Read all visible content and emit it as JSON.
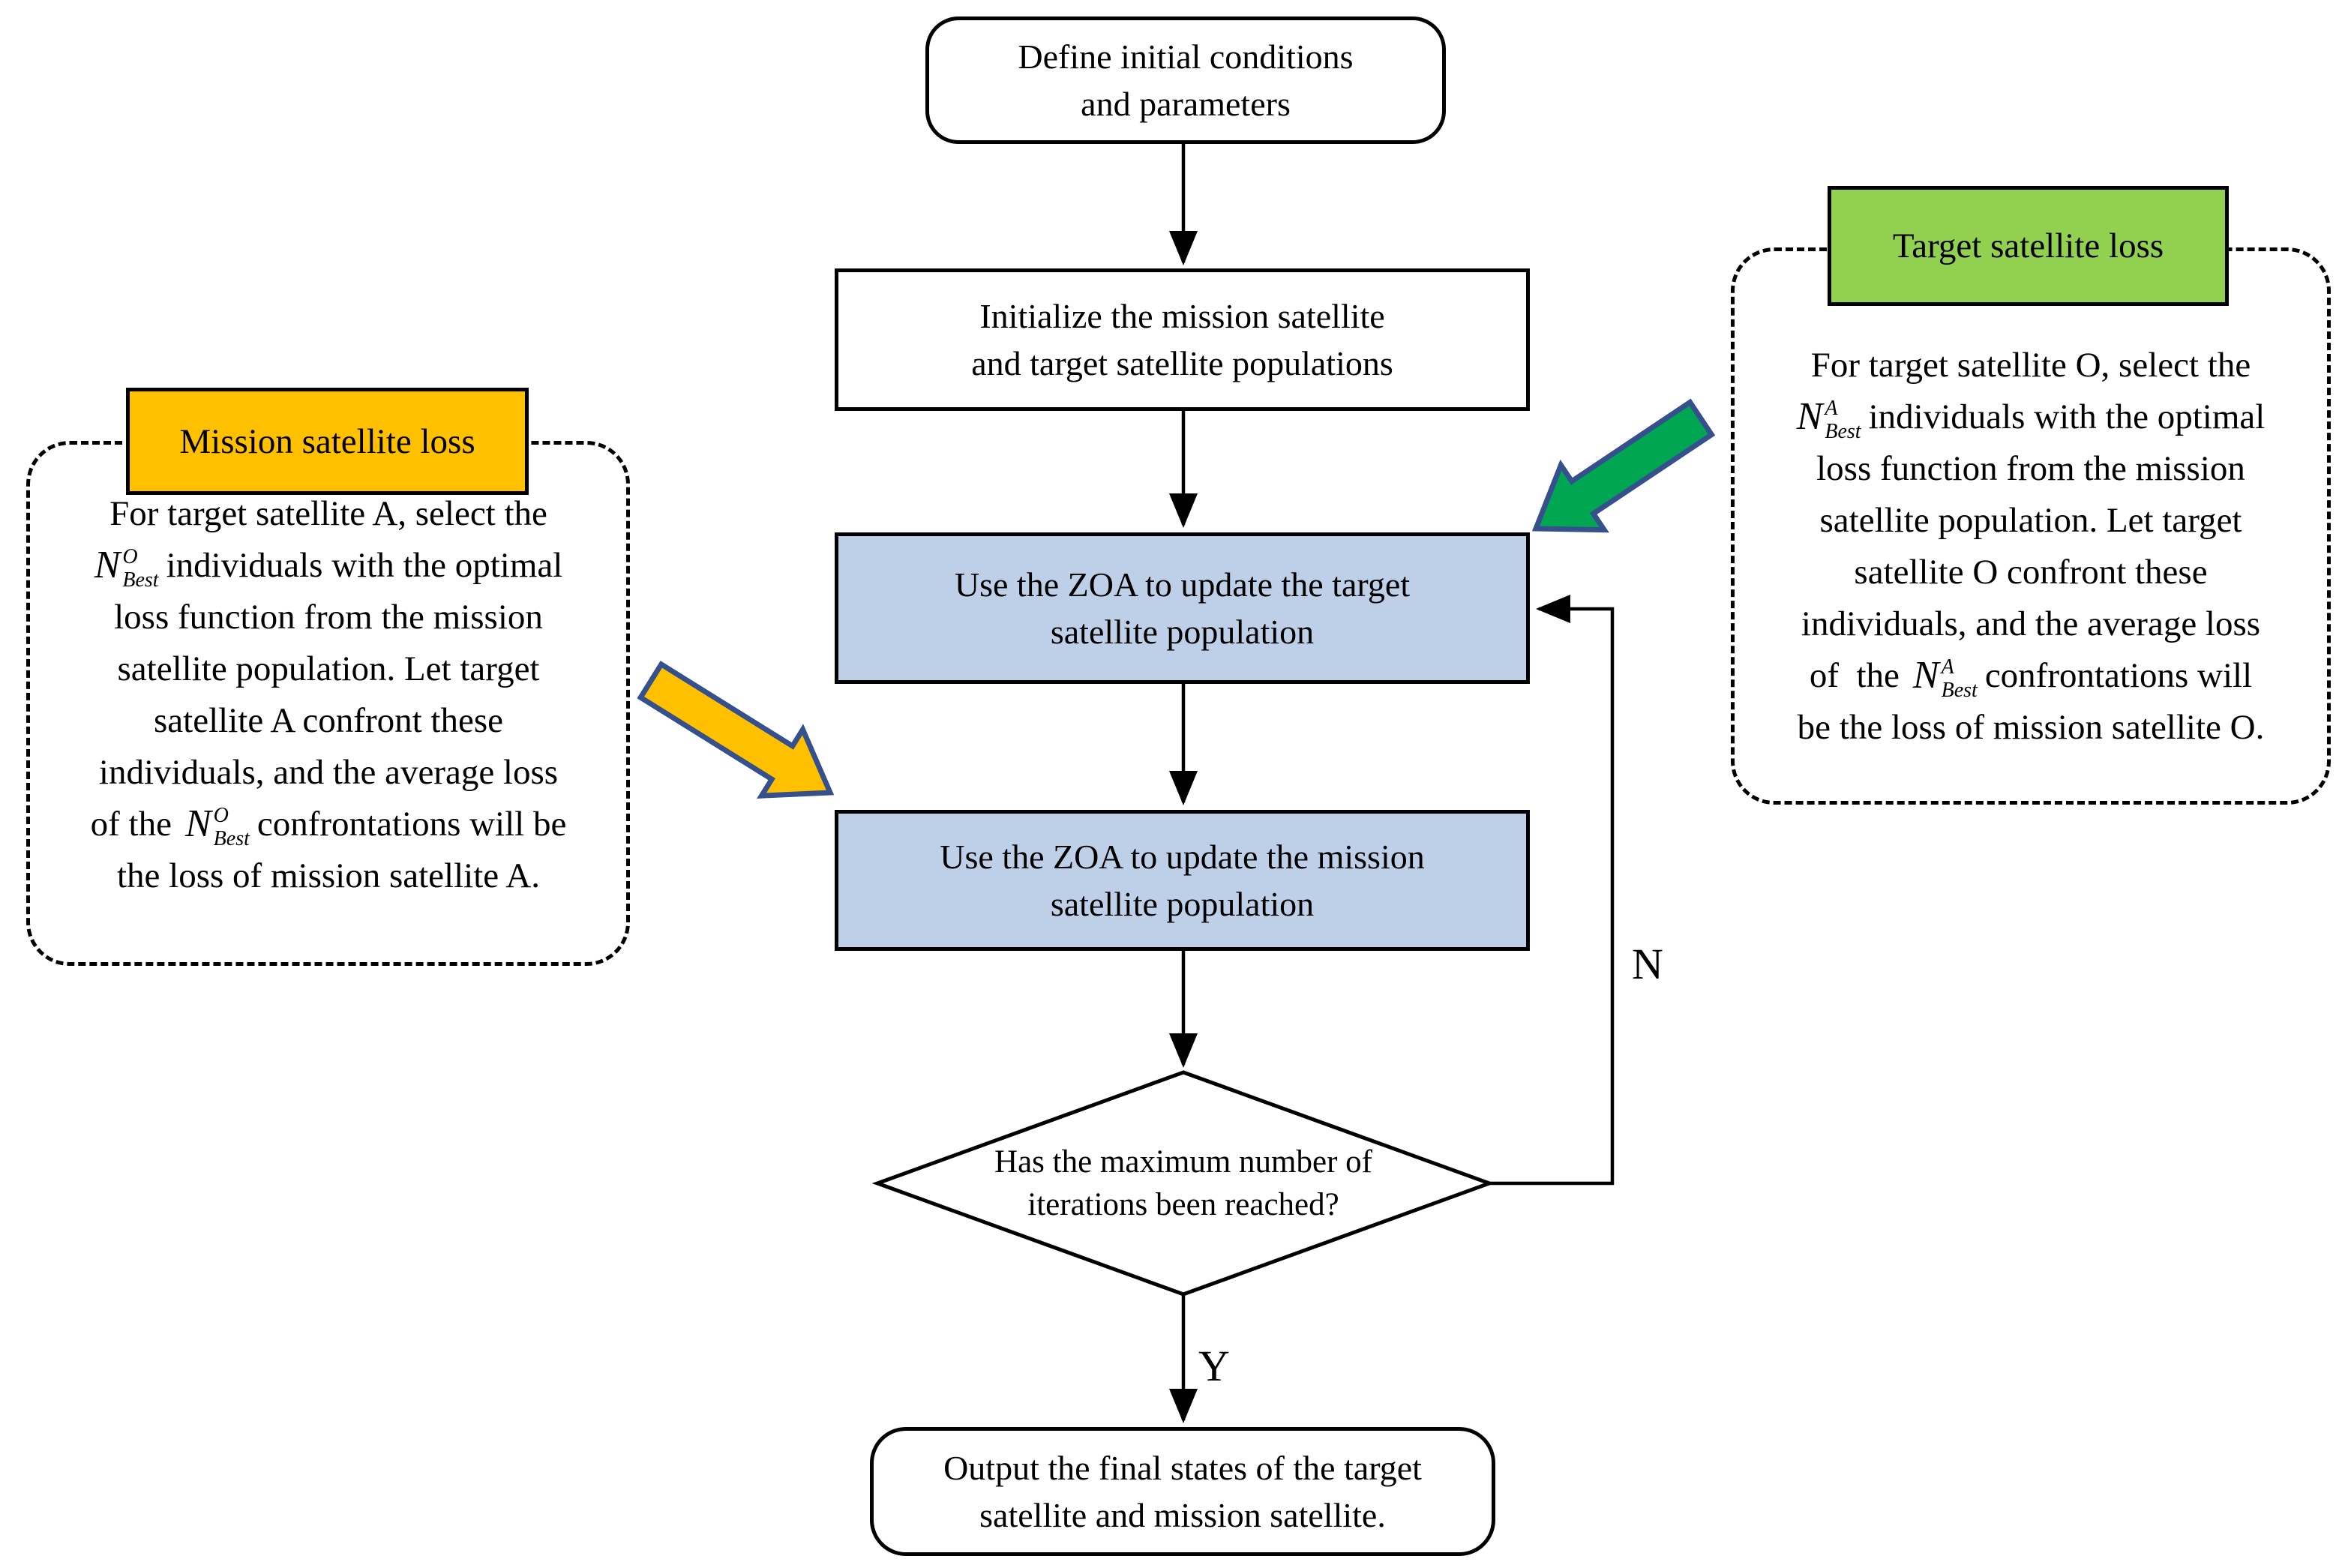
{
  "flow": {
    "start": {
      "line1": "Define initial conditions",
      "line2": "and parameters"
    },
    "init": {
      "line1": "Initialize the mission satellite",
      "line2": "and target satellite populations"
    },
    "update_target": {
      "line1": "Use the ZOA to update the target",
      "line2": "satellite population"
    },
    "update_mission": {
      "line1": "Use the ZOA to update the mission",
      "line2": "satellite population"
    },
    "decision": {
      "line1": "Has the maximum number of",
      "line2": "iterations been reached?"
    },
    "output": {
      "line1": "Output the final states of the target",
      "line2": "satellite and mission satellite."
    },
    "labels": {
      "yes": "Y",
      "no": "N"
    }
  },
  "left_note": {
    "title": "Mission satellite loss",
    "formula": {
      "base": "N",
      "sup": "O",
      "sub": "Best"
    },
    "line1": "For target satellite A, select the",
    "line2_after": "individuals with the optimal",
    "line3": "loss function from the mission",
    "line4": "satellite population. Let target",
    "line5": "satellite A confront these",
    "line6": "individuals, and the average loss",
    "line7_before": "of the",
    "line7_after": "confrontations will be",
    "line8": "the loss of mission satellite A."
  },
  "right_note": {
    "title": "Target satellite loss",
    "formula": {
      "base": "N",
      "sup": "A",
      "sub": "Best"
    },
    "line1": "For target satellite O, select the",
    "line2_after": "individuals with the optimal",
    "line3": "loss function from the mission",
    "line4": "satellite population. Let target",
    "line5": "satellite O confront these",
    "line6": "individuals, and the average loss",
    "line7_before": "of  the",
    "line7_after": "confrontations will",
    "line8": "be the loss of mission satellite O."
  },
  "colors": {
    "process_fill_blue": "#BDD0E8",
    "mission_note_header": "#FFC000",
    "target_note_header": "#92D050",
    "callout_arrow_orange": "#FFC000",
    "callout_arrow_green": "#00A651",
    "callout_arrow_border": "#35508C",
    "line_color": "#000000"
  }
}
